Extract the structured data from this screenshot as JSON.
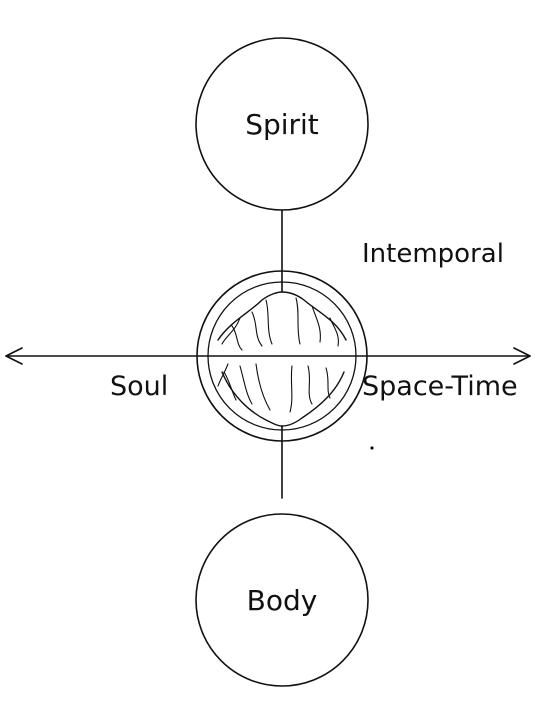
{
  "labels": {
    "spirit": "Spirit",
    "intemporal": "Intemporal",
    "soul": "Soul",
    "space_time": "Space-Time",
    "body": "Body"
  },
  "colors": {
    "ink": "#111111",
    "background": "#ffffff"
  }
}
